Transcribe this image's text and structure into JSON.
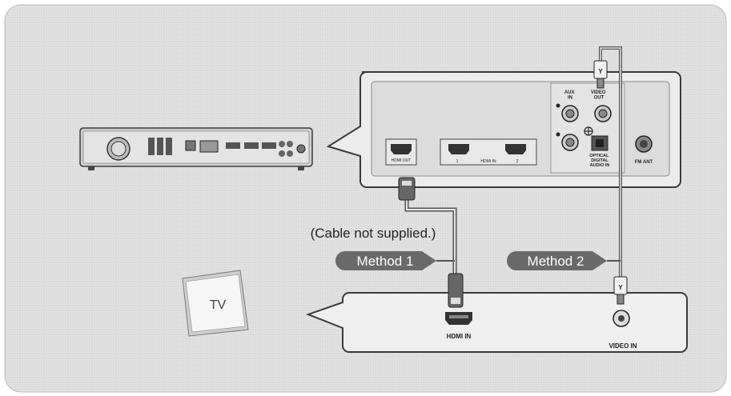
{
  "colors": {
    "background_panel": "#dadada",
    "panel_fill": "#ececec",
    "panel_stroke": "#3a3a3a",
    "pill_fill": "#6a6a6a",
    "pill_text": "#ffffff",
    "cable": "#555555"
  },
  "labels": {
    "cable_note": "(Cable not supplied.)",
    "method_1": "Method 1",
    "method_2": "Method 2",
    "tv": "TV",
    "hdmi_out": "HDMI OUT",
    "hdmi_in_receiver": "HDMI IN",
    "hdmi_in_1": "1",
    "hdmi_in_2": "2",
    "aux_in": "AUX\nIN",
    "video_out": "VIDEO\nOUT",
    "optical": "OPTICAL\nDIGITAL\nAUDIO IN",
    "fm_ant": "FM ANT",
    "tv_hdmi_in": "HDMI IN",
    "tv_video_in": "VIDEO IN",
    "plug_y_top": "Y",
    "plug_y_bottom": "Y"
  },
  "icons": [
    "home-theater-unit-icon",
    "tv-icon",
    "hdmi-plug-icon",
    "rca-plug-icon",
    "hdmi-port-icon",
    "rca-jack-icon",
    "optical-port-icon",
    "fm-antenna-jack-icon"
  ]
}
